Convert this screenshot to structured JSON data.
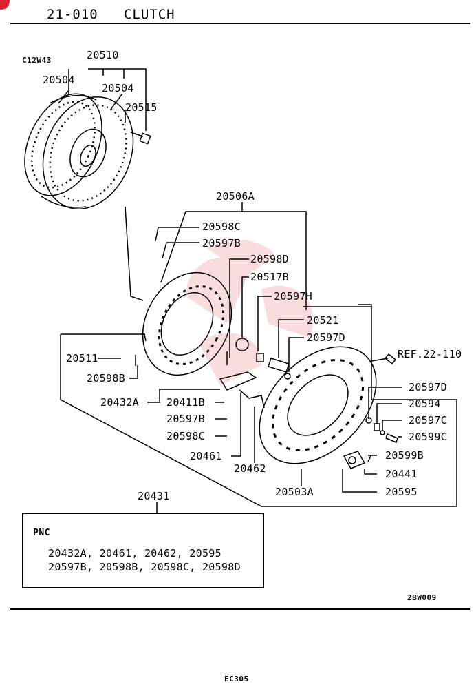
{
  "header": {
    "title": "21-010   CLUTCH"
  },
  "model_code": "C12W43",
  "labels": {
    "p20510": "20510",
    "p20504a": "20504",
    "p20504b": "20504",
    "p20515": "20515",
    "p20506A": "20506A",
    "p20598C_top": "20598C",
    "p20597B_top": "20597B",
    "p20598D": "20598D",
    "p20517B": "20517B",
    "p20597H": "20597H",
    "p20521": "20521",
    "p20597D_a": "20597D",
    "ref": "REF.22-110",
    "p20511": "20511",
    "p20598B": "20598B",
    "p20432A": "20432A",
    "p20411B": "20411B",
    "p20597B_low": "20597B",
    "p20598C_low": "20598C",
    "p20461": "20461",
    "p20462": "20462",
    "p20503A": "20503A",
    "p20597D_b": "20597D",
    "p20594": "20594",
    "p20597C": "20597C",
    "p20599C": "20599C",
    "p20599B": "20599B",
    "p20441": "20441",
    "p20595": "20595",
    "p20431": "20431"
  },
  "pnc": {
    "heading": "PNC",
    "line1": "20432A, 20461, 20462, 20595",
    "line2": "20597B, 20598B, 20598C, 20598D"
  },
  "diagram_code": "2BW009",
  "page_code": "EC305",
  "watermark_color": "#f0a0a0"
}
